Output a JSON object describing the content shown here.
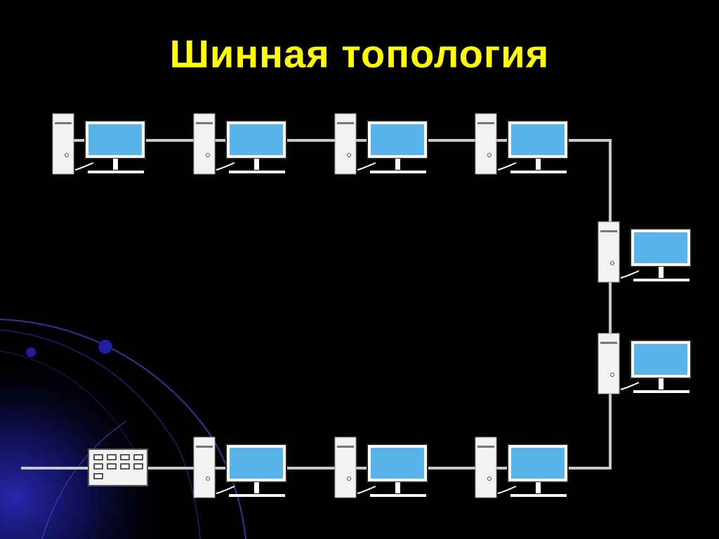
{
  "slide": {
    "title": "Шинная топология"
  },
  "colors": {
    "background": "#000000",
    "title": "#ffff00",
    "bus_cable": "#c8c8c8",
    "screen": "#5ab4ec",
    "case": "#f2f2f2",
    "accent_glow": "#1a1a8c"
  },
  "diagram": {
    "nodes": [
      {
        "type": "workstation",
        "icon": "computer-icon"
      },
      {
        "type": "workstation",
        "icon": "computer-icon"
      },
      {
        "type": "workstation",
        "icon": "computer-icon"
      },
      {
        "type": "workstation",
        "icon": "computer-icon"
      },
      {
        "type": "workstation",
        "icon": "computer-icon"
      },
      {
        "type": "workstation",
        "icon": "computer-icon"
      },
      {
        "type": "workstation",
        "icon": "computer-icon"
      },
      {
        "type": "workstation",
        "icon": "computer-icon"
      },
      {
        "type": "workstation",
        "icon": "computer-icon"
      },
      {
        "type": "network-device",
        "icon": "hub-icon"
      }
    ]
  }
}
